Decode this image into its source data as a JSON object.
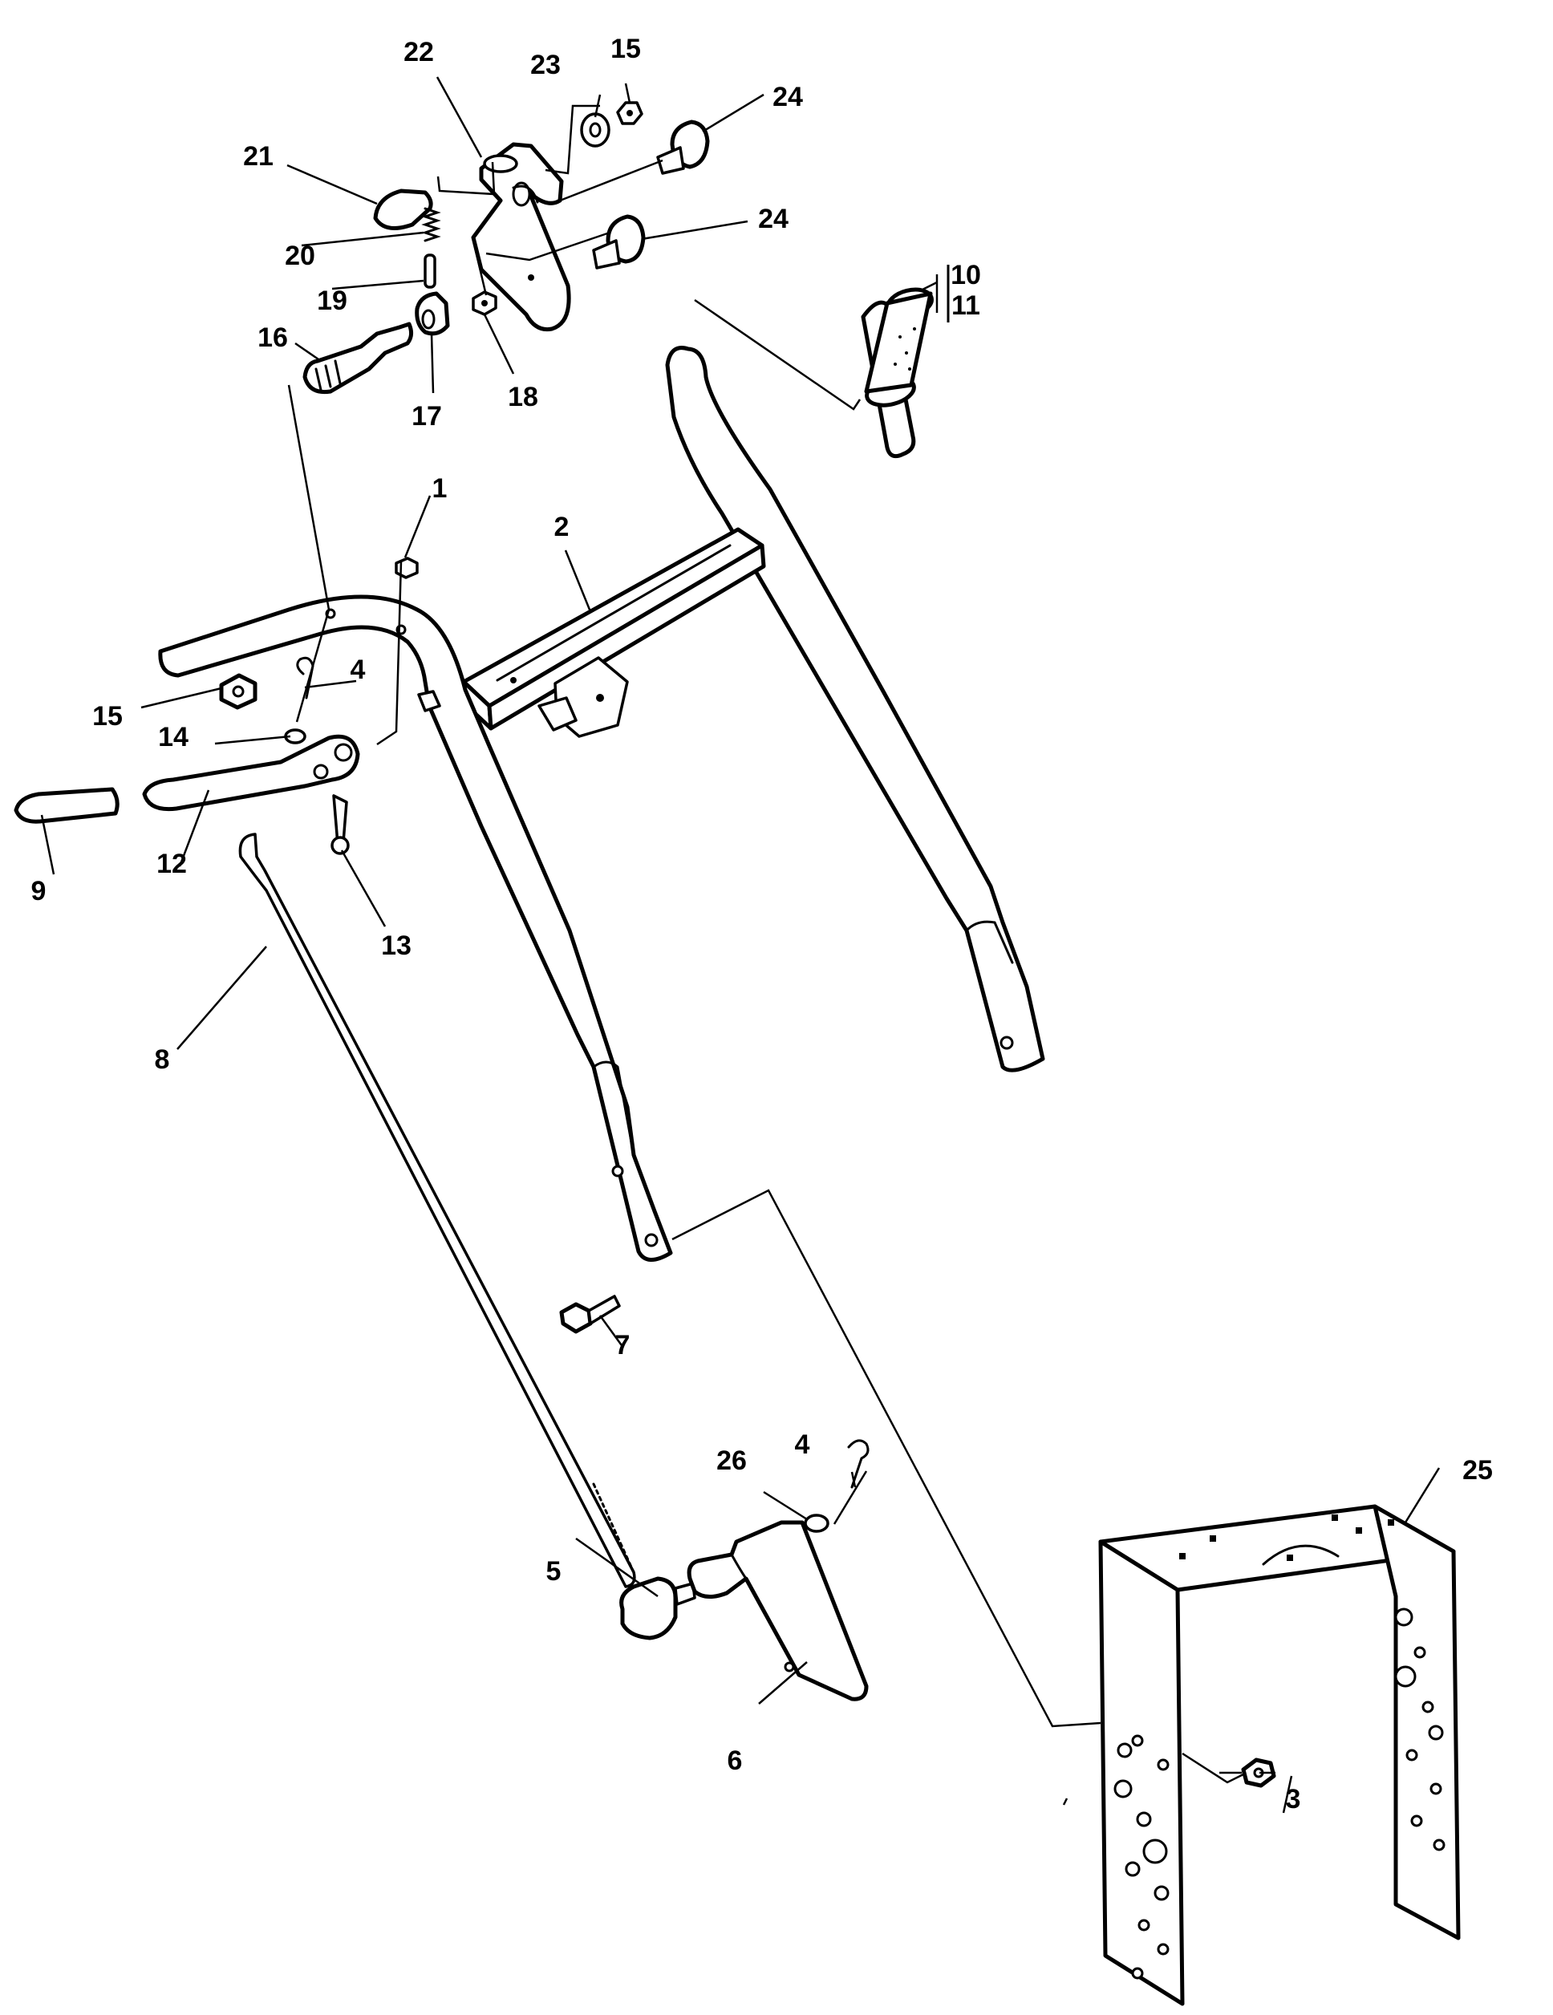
{
  "diagram": {
    "callouts": [
      {
        "id": "c1",
        "label": "1"
      },
      {
        "id": "c2",
        "label": "2"
      },
      {
        "id": "c3",
        "label": "3"
      },
      {
        "id": "c4a",
        "label": "4"
      },
      {
        "id": "c4b",
        "label": "4"
      },
      {
        "id": "c5",
        "label": "5"
      },
      {
        "id": "c6",
        "label": "6"
      },
      {
        "id": "c7",
        "label": "7"
      },
      {
        "id": "c8",
        "label": "8"
      },
      {
        "id": "c9",
        "label": "9"
      },
      {
        "id": "c10",
        "label": "10"
      },
      {
        "id": "c11",
        "label": "11"
      },
      {
        "id": "c12",
        "label": "12"
      },
      {
        "id": "c13",
        "label": "13"
      },
      {
        "id": "c14",
        "label": "14"
      },
      {
        "id": "c15a",
        "label": "15"
      },
      {
        "id": "c15b",
        "label": "15"
      },
      {
        "id": "c16",
        "label": "16"
      },
      {
        "id": "c17",
        "label": "17"
      },
      {
        "id": "c18",
        "label": "18"
      },
      {
        "id": "c19",
        "label": "19"
      },
      {
        "id": "c20",
        "label": "20"
      },
      {
        "id": "c21",
        "label": "21"
      },
      {
        "id": "c22",
        "label": "22"
      },
      {
        "id": "c23",
        "label": "23"
      },
      {
        "id": "c24a",
        "label": "24"
      },
      {
        "id": "c24b",
        "label": "24"
      },
      {
        "id": "c25",
        "label": "25"
      },
      {
        "id": "c26",
        "label": "26"
      }
    ]
  }
}
